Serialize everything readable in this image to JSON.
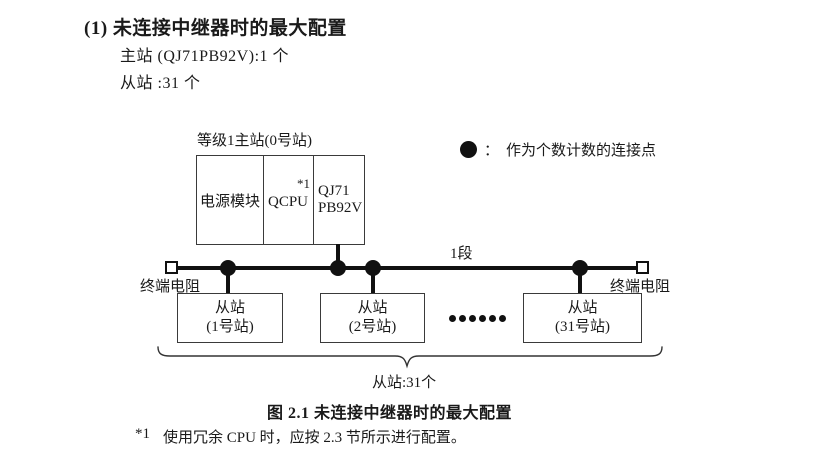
{
  "header": {
    "title": "(1) 未连接中继器时的最大配置",
    "master_count": "主站 (QJ71PB92V):1 个",
    "slave_count": "从站 :31 个"
  },
  "diagram": {
    "master": {
      "label": "等级1主站(0号站)",
      "modules": {
        "power": "电源模块",
        "cpu": "QCPU",
        "cpu_note": "*1",
        "network_line1": "QJ71",
        "network_line2": "PB92V"
      }
    },
    "legend": {
      "icon": "filled-circle-icon",
      "separator": "：",
      "text": "作为个数计数的连接点"
    },
    "bus": {
      "segment_label": "1段",
      "terminator_left": "终端电阻",
      "terminator_right": "终端电阻"
    },
    "slaves": [
      {
        "line1": "从站",
        "line2": "(1号站)"
      },
      {
        "line1": "从站",
        "line2": "(2号站)"
      },
      {
        "line1": "从站",
        "line2": "(31号站)"
      }
    ],
    "brace_label": "从站:31个"
  },
  "caption": "图 2.1 未连接中继器时的最大配置",
  "footnote": {
    "marker": "*1",
    "text": "使用冗余 CPU 时，应按 2.3 节所示进行配置。"
  }
}
